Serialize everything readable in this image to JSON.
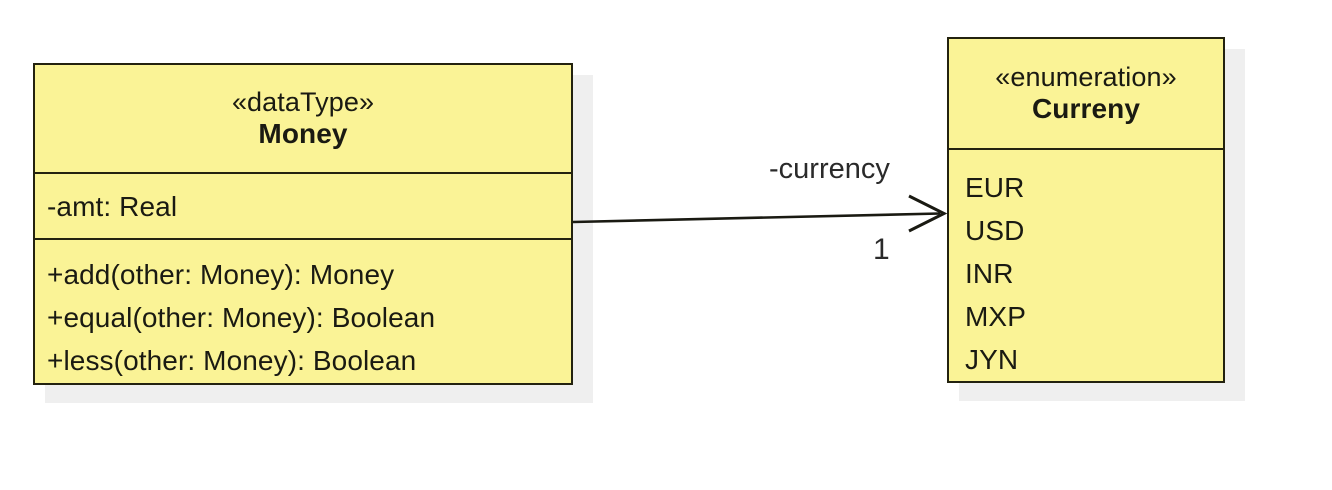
{
  "diagram": {
    "type": "uml-class-diagram",
    "background_color": "#ffffff",
    "box_fill_color": "#faf396",
    "box_border_color": "#23220f",
    "shadow_color": "#efefef"
  },
  "classes": [
    {
      "id": "money",
      "stereotype": "«dataType»",
      "name": "Money",
      "attributes": [
        "-amt: Real"
      ],
      "operations": [
        "+add(other: Money): Money",
        "+equal(other: Money): Boolean",
        "+less(other: Money): Boolean"
      ]
    },
    {
      "id": "curreny",
      "stereotype": "«enumeration»",
      "name": "Curreny",
      "literals": [
        "EUR",
        "USD",
        "INR",
        "MXP",
        "JYN"
      ]
    }
  ],
  "association": {
    "role_label": "-currency",
    "multiplicity": "1",
    "arrow_style": "open",
    "direction": "money-to-curreny"
  }
}
